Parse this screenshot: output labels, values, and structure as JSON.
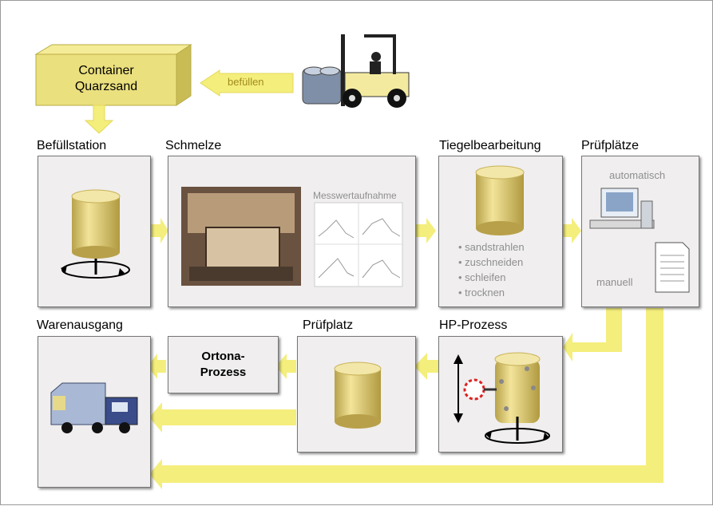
{
  "container": {
    "line1": "Container",
    "line2": "Quarzsand"
  },
  "fill_label": "befüllen",
  "stations": {
    "befuellstation": "Befüllstation",
    "schmelze": "Schmelze",
    "tiegel": "Tiegelbearbeitung",
    "pruefplaetze": "Prüfplätze",
    "warenausgang": "Warenausgang",
    "pruefplatz": "Prüfplatz",
    "hp": "HP-Prozess"
  },
  "messwert_label": "Messwertaufnahme",
  "tiegel_steps": [
    "sandstrahlen",
    "zuschneiden",
    "schleifen",
    "trocknen"
  ],
  "pruef_auto": "automatisch",
  "pruef_manual": "manuell",
  "ortona": {
    "line1": "Ortona-",
    "line2": "Prozess"
  },
  "colors": {
    "arrow": "#f4ee7c",
    "box_yellow": "#ebe07e",
    "cylinder": "#dcc66a"
  }
}
